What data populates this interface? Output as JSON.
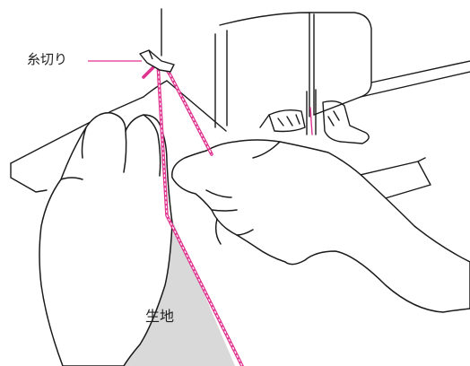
{
  "labels": {
    "thread_cutter": "糸切り",
    "fabric": "生地"
  },
  "colors": {
    "outline": "#1a1a1a",
    "thread": "#e0338f",
    "leader_line": "#e0338f",
    "fabric_fill": "#d9d9d9",
    "background": "#ffffff"
  },
  "icons": {
    "thread_cutter": "thread-cutter-notch"
  }
}
